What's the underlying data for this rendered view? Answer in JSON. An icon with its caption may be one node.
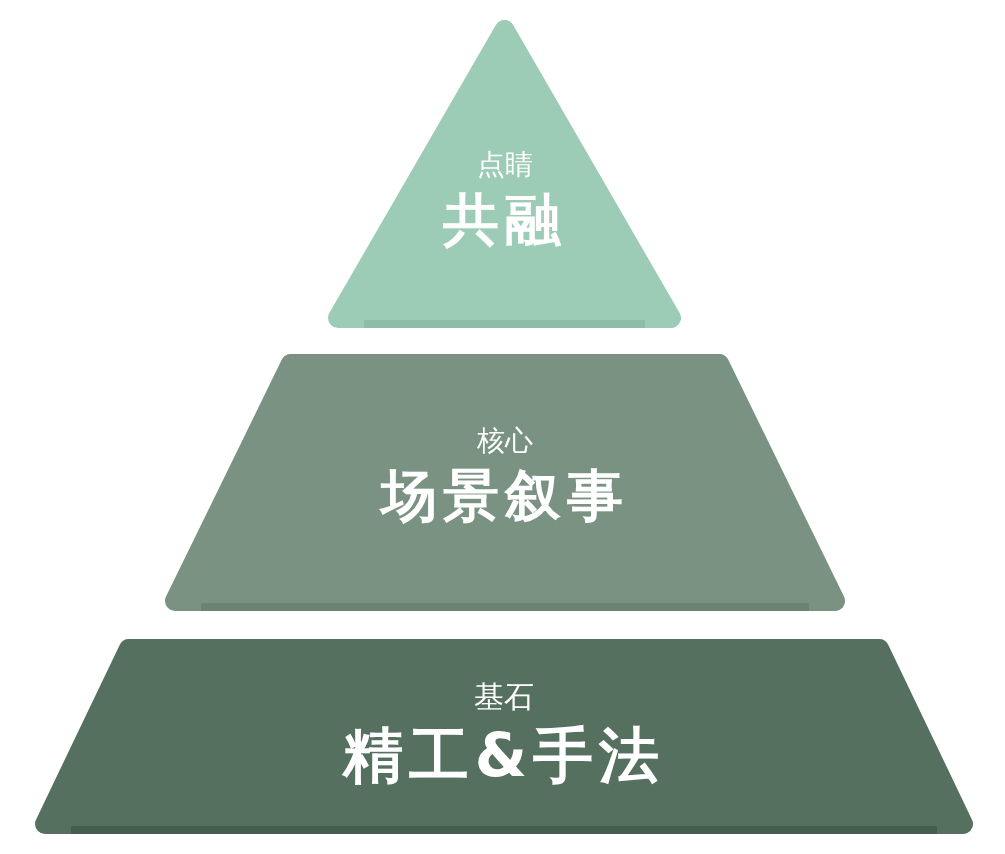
{
  "diagram": {
    "nodes": [
      {
        "text": [
          "点睛",
          "共融"
        ]
      },
      {
        "text": [
          "核心",
          "场景叙事"
        ]
      },
      {
        "text": [
          "基石",
          "精工&手法"
        ]
      }
    ]
  }
}
